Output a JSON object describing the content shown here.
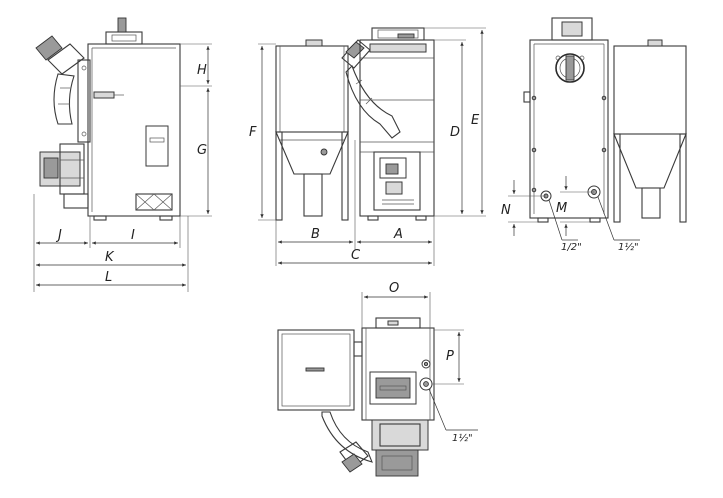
{
  "dimension_labels": {
    "A": "A",
    "B": "B",
    "C": "C",
    "D": "D",
    "E": "E",
    "F": "F",
    "G": "G",
    "H": "H",
    "I": "I",
    "J": "J",
    "K": "K",
    "L": "L",
    "M": "M",
    "N": "N",
    "O": "O",
    "P": "P"
  },
  "connection_sizes": {
    "back_small": "1/2\"",
    "back_large": "1½\"",
    "top_view": "1½\""
  }
}
